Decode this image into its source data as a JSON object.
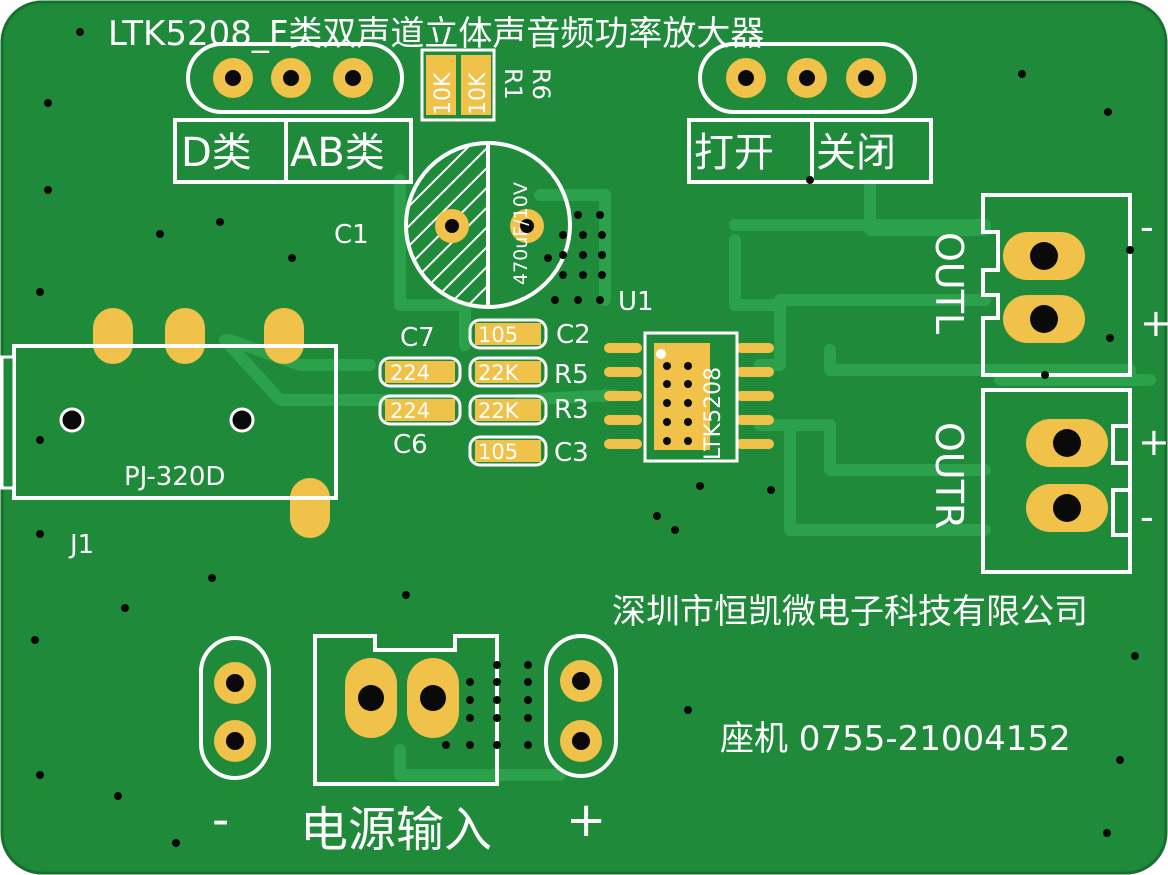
{
  "board": {
    "title": "LTK5208_F类双声道立体声音频功率放大器",
    "company": "深圳市恒凯微电子科技有限公司",
    "phone": "座机  0755-21004152",
    "colors": {
      "pcb": "#1f8a3a",
      "trace": "#2aa14a",
      "pad": "#f0c24a",
      "silkscreen": "#ffffff",
      "hole": "#0a0a0a",
      "background": "#ffffff"
    }
  },
  "mode_switch": {
    "d_class": "D类",
    "ab_class": "AB类"
  },
  "power_switch": {
    "on": "打开",
    "off": "关闭"
  },
  "resistors": {
    "r1": {
      "ref": "R1",
      "value": "10K"
    },
    "r6": {
      "ref": "R6",
      "value": "10K"
    },
    "r5": {
      "ref": "R5",
      "value": "22K"
    },
    "r3": {
      "ref": "R3",
      "value": "22K"
    }
  },
  "capacitors": {
    "c1": {
      "ref": "C1",
      "value": "470uF/10V"
    },
    "c2": {
      "ref": "C2",
      "value": "105"
    },
    "c3": {
      "ref": "C3",
      "value": "105"
    },
    "c6": {
      "ref": "C6",
      "value": "224"
    },
    "c7": {
      "ref": "C7",
      "value": "224"
    }
  },
  "ic": {
    "ref": "U1",
    "marking": "LTK5208"
  },
  "jack": {
    "ref": "J1",
    "model": "PJ-320D"
  },
  "outputs": {
    "left": {
      "label": "OUTL",
      "minus": "-",
      "plus": "+"
    },
    "right": {
      "label": "OUTR",
      "plus": "+",
      "minus": "-"
    }
  },
  "power_input": {
    "label": "电源输入",
    "minus": "-",
    "plus": "+"
  }
}
